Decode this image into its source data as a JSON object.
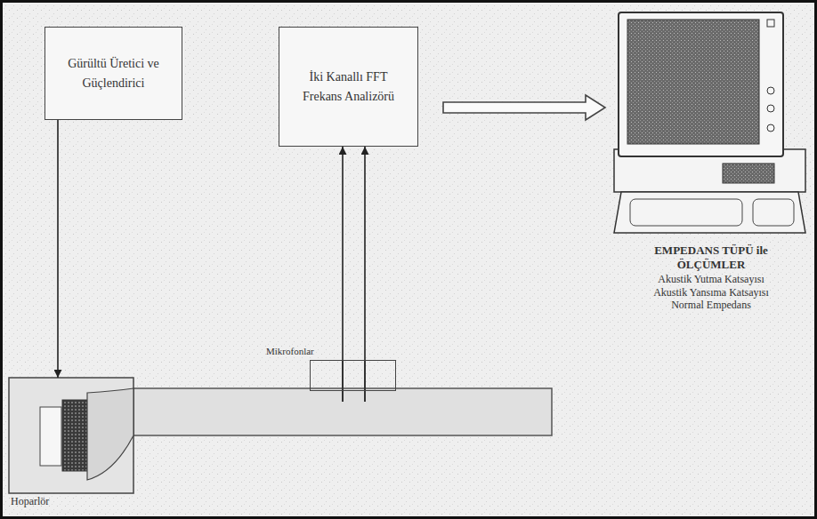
{
  "diagram": {
    "nodes": [
      {
        "text": [
          "Gürültü Üretici ve Güçlendirici"
        ]
      },
      {
        "text": [
          "İki Kanallı FFT Frekans Analizörü"
        ]
      },
      {
        "text": [
          "EMPEDANS TÜPÜ ile ÖLÇÜMLER",
          "Akustik Yutma Katsayısı",
          "Akustik Yansıma Katsayısı",
          "Normal Empedans"
        ]
      },
      {
        "text": [
          "Mikrofonlar"
        ]
      },
      {
        "text": [
          "Hoparlör"
        ]
      }
    ],
    "edges": [
      {
        "from": 0,
        "to": 4,
        "arrow": "to"
      },
      {
        "from": 3,
        "to": 1,
        "arrow": "to"
      },
      {
        "from": 3,
        "to": 1,
        "arrow": "to"
      },
      {
        "from": 1,
        "to": 2,
        "arrow": "to"
      }
    ]
  }
}
